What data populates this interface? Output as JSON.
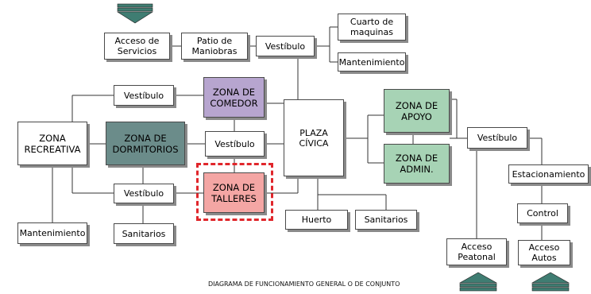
{
  "boxes": {
    "acceso_servicios": "Acceso de\nServicios",
    "patio_maniobras": "Patio de\nManiobras",
    "vestibulo_top": "Vestíbulo",
    "cuarto_maquinas": "Cuarto de\nmaquinas",
    "mantenimiento_top": "Mantenimiento",
    "vestibulo_upper_left": "Vestíbulo",
    "zona_comedor": "ZONA DE\nCOMEDOR",
    "plaza_civica": "PLAZA\nCÍVICA",
    "zona_apoyo": "ZONA DE\nAPOYO",
    "zona_recreativa": "ZONA\nRECREATIVA",
    "zona_dormitorios": "ZONA DE\nDORMITORIOS",
    "vestibulo_mid": "Vestíbulo",
    "zona_admin": "ZONA DE\nADMIN.",
    "vestibulo_right": "Vestíbulo",
    "estacionamiento": "Estacionamiento",
    "vestibulo_lower": "Vestíbulo",
    "zona_talleres": "ZONA DE\nTALLERES",
    "control": "Control",
    "huerto": "Huerto",
    "sanitarios_right": "Sanitarios",
    "mantenimiento_bottom": "Mantenimiento",
    "sanitarios_left": "Sanitarios",
    "acceso_peatonal": "Acceso\nPeatonal",
    "acceso_autos": "Acceso\nAutos"
  },
  "caption": "DIAGRAMA DE FUNCIONAMIENTO GENERAL O DE CONJUNTO",
  "colors": {
    "comedor": "#b7a5cf",
    "dormitorios": "#6b8c8a",
    "apoyo_admin": "#a7d3b5",
    "talleres": "#f4a6a4",
    "highlight": "#e0262b",
    "arrow": "#3f7d72"
  }
}
